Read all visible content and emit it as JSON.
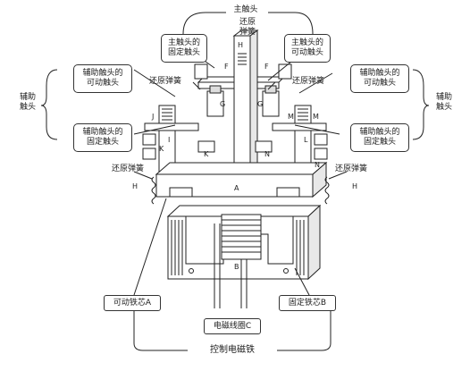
{
  "labels": {
    "main_contact": "主触头",
    "return_spring_top": "还原\n弹簧",
    "main_fixed_contact": "主触头的\n固定触头",
    "main_movable_contact": "主触头的\n可动触头",
    "aux_movable_left": "辅助触头的\n可动触头",
    "aux_fixed_left": "辅助触头的\n固定触头",
    "aux_movable_right": "辅助触头的\n可动触头",
    "aux_fixed_right": "辅助触头的\n固定触头",
    "aux_contact_left": "辅助\n触头",
    "aux_contact_right": "辅助\n触头",
    "return_spring_left": "还原弹簧",
    "return_spring_right": "还原弹簧",
    "return_spring_bottom_left": "还原弹簧",
    "return_spring_bottom_right": "还原弹簧",
    "movable_core": "可动铁芯A",
    "fixed_core": "固定铁芯B",
    "coil": "电磁线圈C",
    "control_magnet": "控制电磁铁"
  },
  "letters": {
    "H_top": "H",
    "F_left": "F",
    "F_right": "F",
    "G_left": "G",
    "G_right": "G",
    "J": "J",
    "M_left": "M",
    "M_right": "M",
    "K_left": "K",
    "K_mid": "K",
    "N_mid": "N",
    "N_right": "N",
    "I": "I",
    "L": "L",
    "H_left": "H",
    "H_right": "H",
    "A": "A",
    "B": "B"
  }
}
